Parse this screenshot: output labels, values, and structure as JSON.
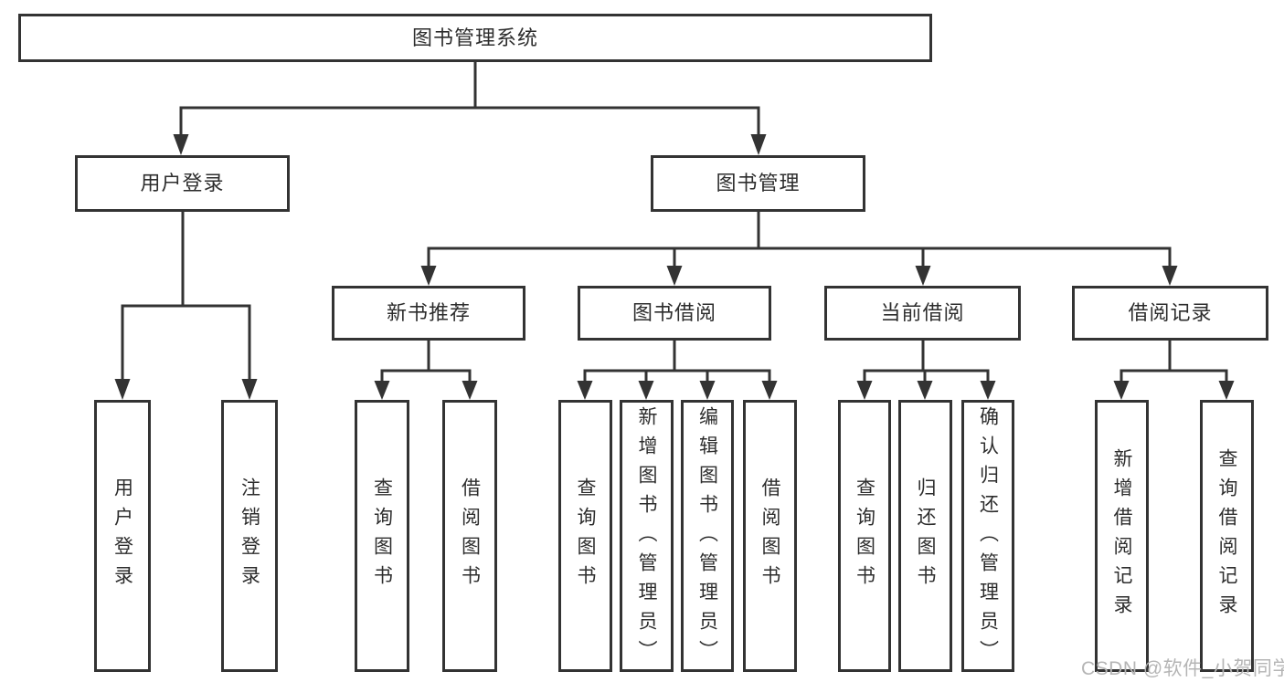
{
  "tree": {
    "root": {
      "label": "图书管理系统"
    },
    "level2": [
      {
        "label": "用户登录",
        "children": [
          {
            "label": "用户登录"
          },
          {
            "label": "注销登录"
          }
        ]
      },
      {
        "label": "图书管理",
        "children": [
          {
            "label": "新书推荐",
            "children": [
              {
                "label": "查询图书"
              },
              {
                "label": "借阅图书"
              }
            ]
          },
          {
            "label": "图书借阅",
            "children": [
              {
                "label": "查询图书"
              },
              {
                "label": "新增图书（管理员）"
              },
              {
                "label": "编辑图书（管理员）"
              },
              {
                "label": "借阅图书"
              }
            ]
          },
          {
            "label": "当前借阅",
            "children": [
              {
                "label": "查询图书"
              },
              {
                "label": "归还图书"
              },
              {
                "label": "确认归还（管理员）"
              }
            ]
          },
          {
            "label": "借阅记录",
            "children": [
              {
                "label": "新增借阅记录"
              },
              {
                "label": "查询借阅记录"
              }
            ]
          }
        ]
      }
    ]
  },
  "watermark": {
    "text": "CSDN @软件_小贺同学"
  },
  "colors": {
    "line": "#333333",
    "text": "#2d2d2d",
    "watermark": "#b5b5b5",
    "background": "#ffffff"
  }
}
